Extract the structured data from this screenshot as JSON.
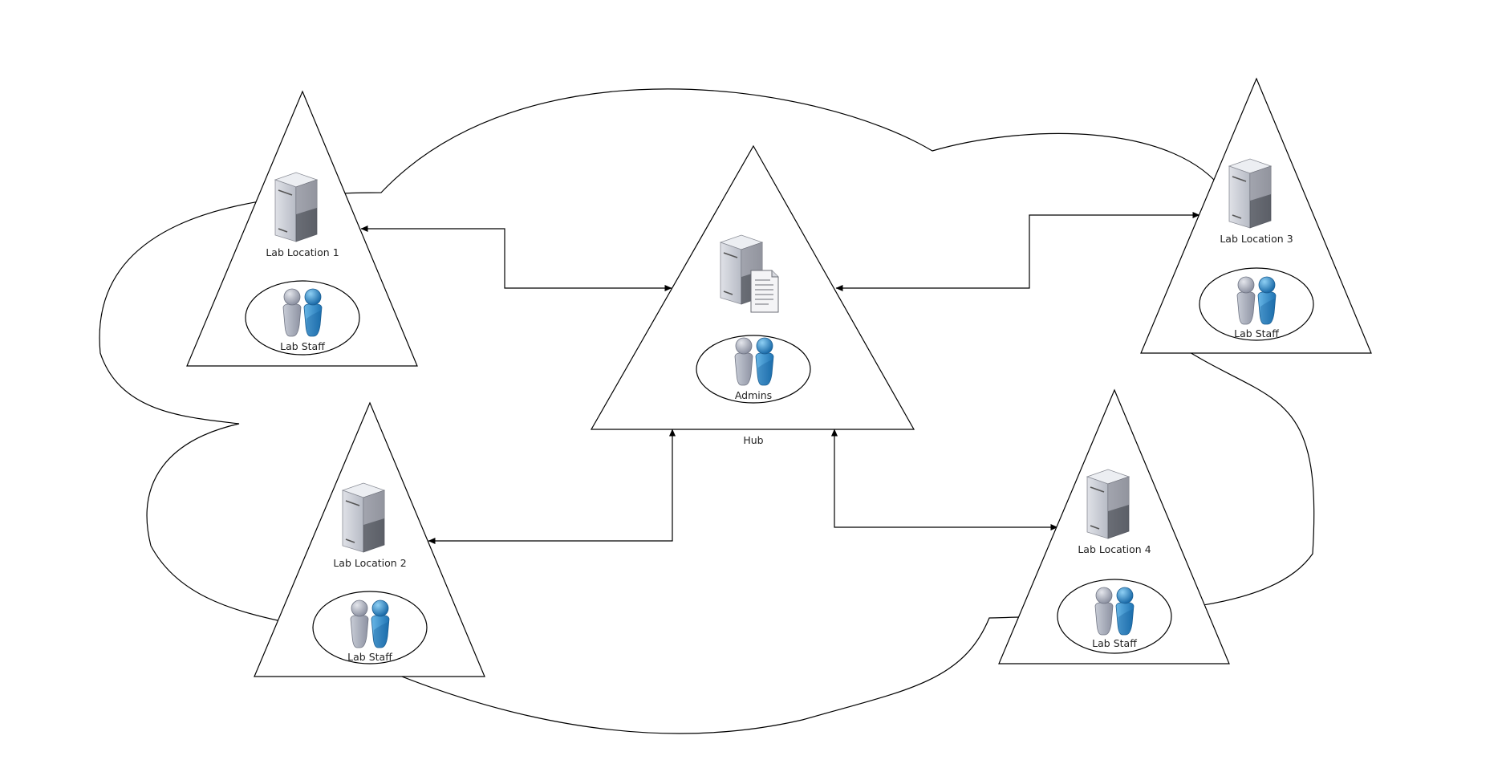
{
  "diagram": {
    "hub": {
      "label": "Hub",
      "group_label": "Admins"
    },
    "locations": [
      {
        "label": "Lab Location 1",
        "group_label": "Lab Staff"
      },
      {
        "label": "Lab Location 2",
        "group_label": "Lab Staff"
      },
      {
        "label": "Lab Location 3",
        "group_label": "Lab Staff"
      },
      {
        "label": "Lab Location 4",
        "group_label": "Lab Staff"
      }
    ],
    "connections": [
      {
        "from": "Lab Location 1",
        "to": "Hub",
        "direction": "both"
      },
      {
        "from": "Lab Location 2",
        "to": "Hub",
        "direction": "both"
      },
      {
        "from": "Lab Location 3",
        "to": "Hub",
        "direction": "both"
      },
      {
        "from": "Lab Location 4",
        "to": "Hub",
        "direction": "both"
      }
    ],
    "icons": {
      "server": "server-icon",
      "file_server": "file-server-icon",
      "users": "users-icon",
      "network": "cloud-shape"
    },
    "colors": {
      "line": "#000000",
      "background": "#ffffff",
      "user_grey": "#9ba0b0",
      "user_blue": "#2d8ecc",
      "server_light": "#c4c7d0",
      "server_dark": "#5d6068"
    }
  }
}
